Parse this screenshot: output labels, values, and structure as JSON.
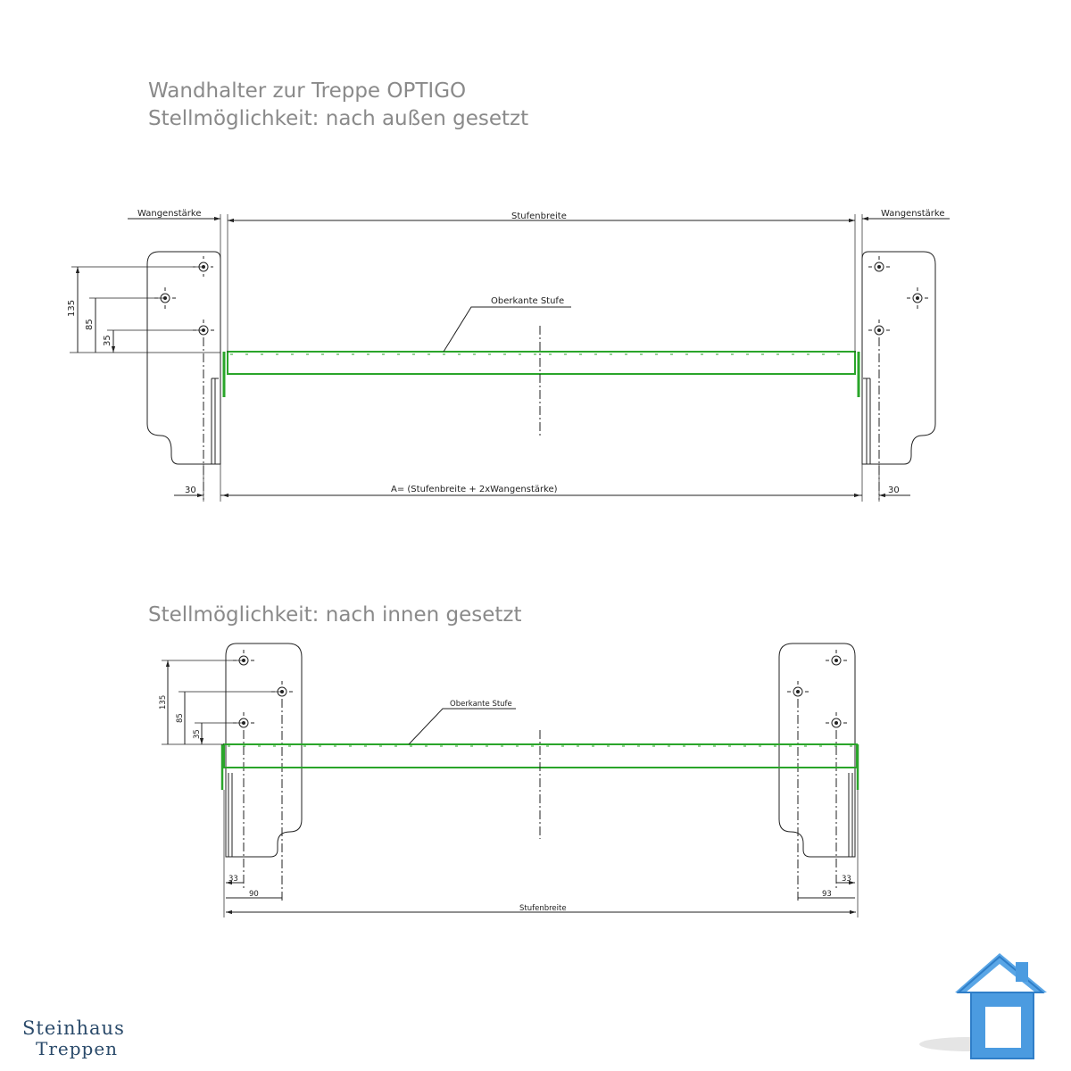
{
  "titles": {
    "main": "Wandhalter zur Treppe OPTIGO",
    "option1": "Stellmöglichkeit: nach außen gesetzt",
    "option2": "Stellmöglichkeit: nach innen gesetzt"
  },
  "drawing1": {
    "wall_thickness_left": "Wangenstärke",
    "step_width": "Stufenbreite",
    "wall_thickness_right": "Wangenstärke",
    "step_top_edge": "Oberkante Stufe",
    "dim_135": "135",
    "dim_85": "85",
    "dim_35": "35",
    "dim_30_left": "30",
    "dim_30_right": "30",
    "formula": "A= (Stufenbreite + 2xWangenstärke)"
  },
  "drawing2": {
    "step_top_edge": "Oberkante Stufe",
    "dim_135": "135",
    "dim_85": "85",
    "dim_35": "35",
    "dim_33_left": "33",
    "dim_90": "90",
    "dim_93": "93",
    "dim_33_right": "33",
    "step_width": "Stufenbreite"
  },
  "brand": {
    "line1": "Steinhaus",
    "line2": "Treppen"
  },
  "colors": {
    "step_green": "#2aa52a",
    "title_gray": "#8a8a8a",
    "logo_blue": "#3f8fd8",
    "brand_text": "#2a4a6a"
  }
}
